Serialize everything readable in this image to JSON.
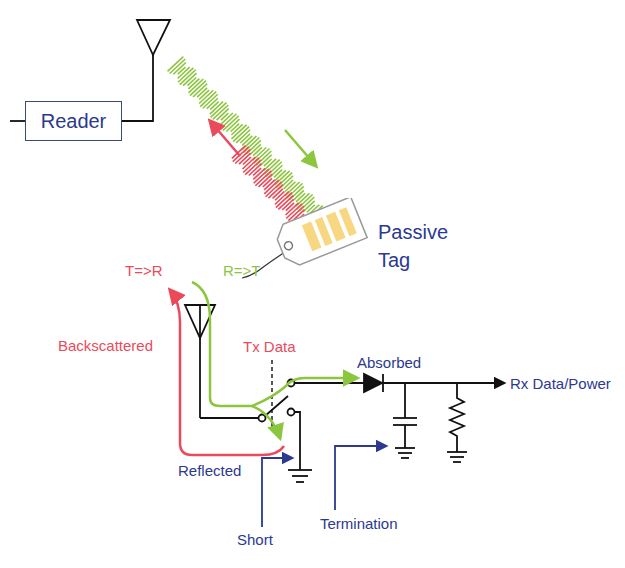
{
  "diagram": {
    "nodes": [
      {
        "text": [
          "Reader"
        ]
      },
      {
        "text": [
          "Passive Tag"
        ]
      }
    ],
    "labels": [
      "T=>R",
      "R=>T",
      "Tx Data",
      "Backscattered",
      "Absorbed",
      "Rx Data/Power",
      "Reflected",
      "Short",
      "Termination"
    ]
  }
}
